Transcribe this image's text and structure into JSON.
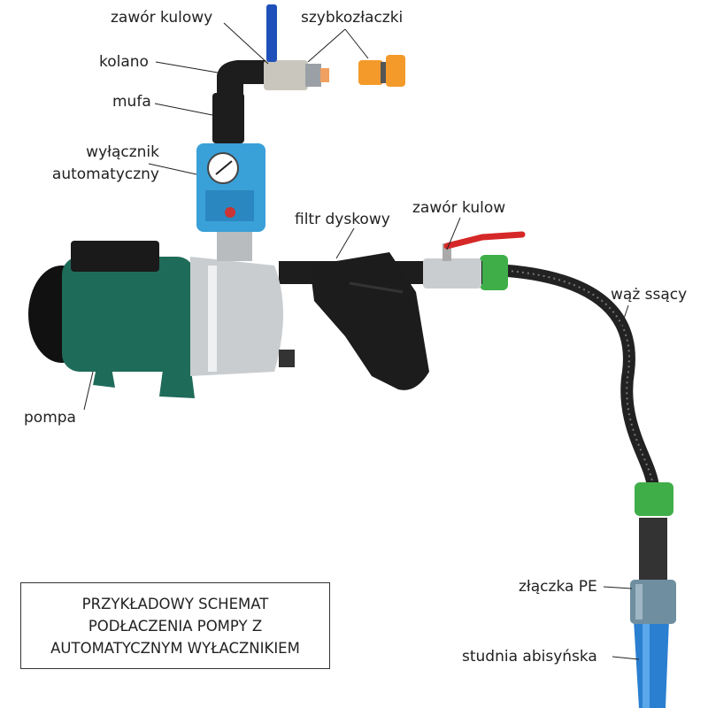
{
  "labels": {
    "ball_valve_top": "zawór kulowy",
    "quick_connectors": "szybkozłaczki",
    "elbow": "kolano",
    "coupling": "mufa",
    "pressure_switch_line1": "wyłącznik",
    "pressure_switch_line2": "automatyczny",
    "disc_filter": "filtr dyskowy",
    "ball_valve_side": "zawór kulow",
    "suction_hose": "wąż ssący",
    "pump": "pompa",
    "pe_connector": "złączka PE",
    "well": "studnia abisyńska"
  },
  "caption": {
    "line1": "PRZYKŁADOWY SCHEMAT",
    "line2": "PODŁACZENIA POMPY Z",
    "line3": "AUTOMATYCZNYM WYŁACZNIKIEM"
  },
  "colors": {
    "pump_green": "#1f6b5a",
    "switch_blue": "#3aa0d8",
    "steel": "#c9cdd0",
    "hose_green": "#3fae49",
    "pipe_blue": "#2a7fd0",
    "valve_red": "#d62828",
    "connector_orange": "#f39a2a"
  }
}
